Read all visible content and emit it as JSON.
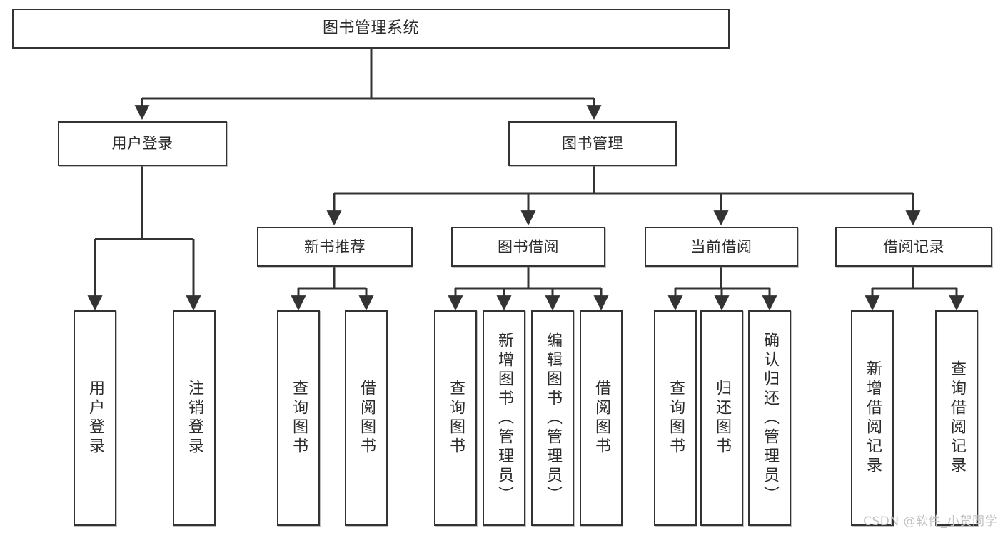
{
  "diagram": {
    "title": "图书管理系统",
    "type": "tree-hierarchy",
    "stroke_color": "#333333",
    "fill_color": "#ffffff",
    "text_color": "#2b2b2b"
  },
  "root": {
    "label": "图书管理系统"
  },
  "level1": [
    {
      "label": "用户登录"
    },
    {
      "label": "图书管理"
    }
  ],
  "level2": [
    {
      "label": "新书推荐"
    },
    {
      "label": "图书借阅"
    },
    {
      "label": "当前借阅"
    },
    {
      "label": "借阅记录"
    }
  ],
  "leaves": {
    "user_login": [
      {
        "label": "用户登录"
      },
      {
        "label": "注销登录"
      }
    ],
    "new_book_recommend": [
      {
        "label": "查询图书"
      },
      {
        "label": "借阅图书"
      }
    ],
    "book_borrow": [
      {
        "label": "查询图书"
      },
      {
        "label": "新增图书（管理员）"
      },
      {
        "label": "编辑图书（管理员）"
      },
      {
        "label": "借阅图书"
      }
    ],
    "current_borrow": [
      {
        "label": "查询图书"
      },
      {
        "label": "归还图书"
      },
      {
        "label": "确认归还（管理员）"
      }
    ],
    "borrow_record": [
      {
        "label": "新增借阅记录"
      },
      {
        "label": "查询借阅记录"
      }
    ]
  },
  "watermark": {
    "text": "CSDN @软件_小贺同学"
  }
}
